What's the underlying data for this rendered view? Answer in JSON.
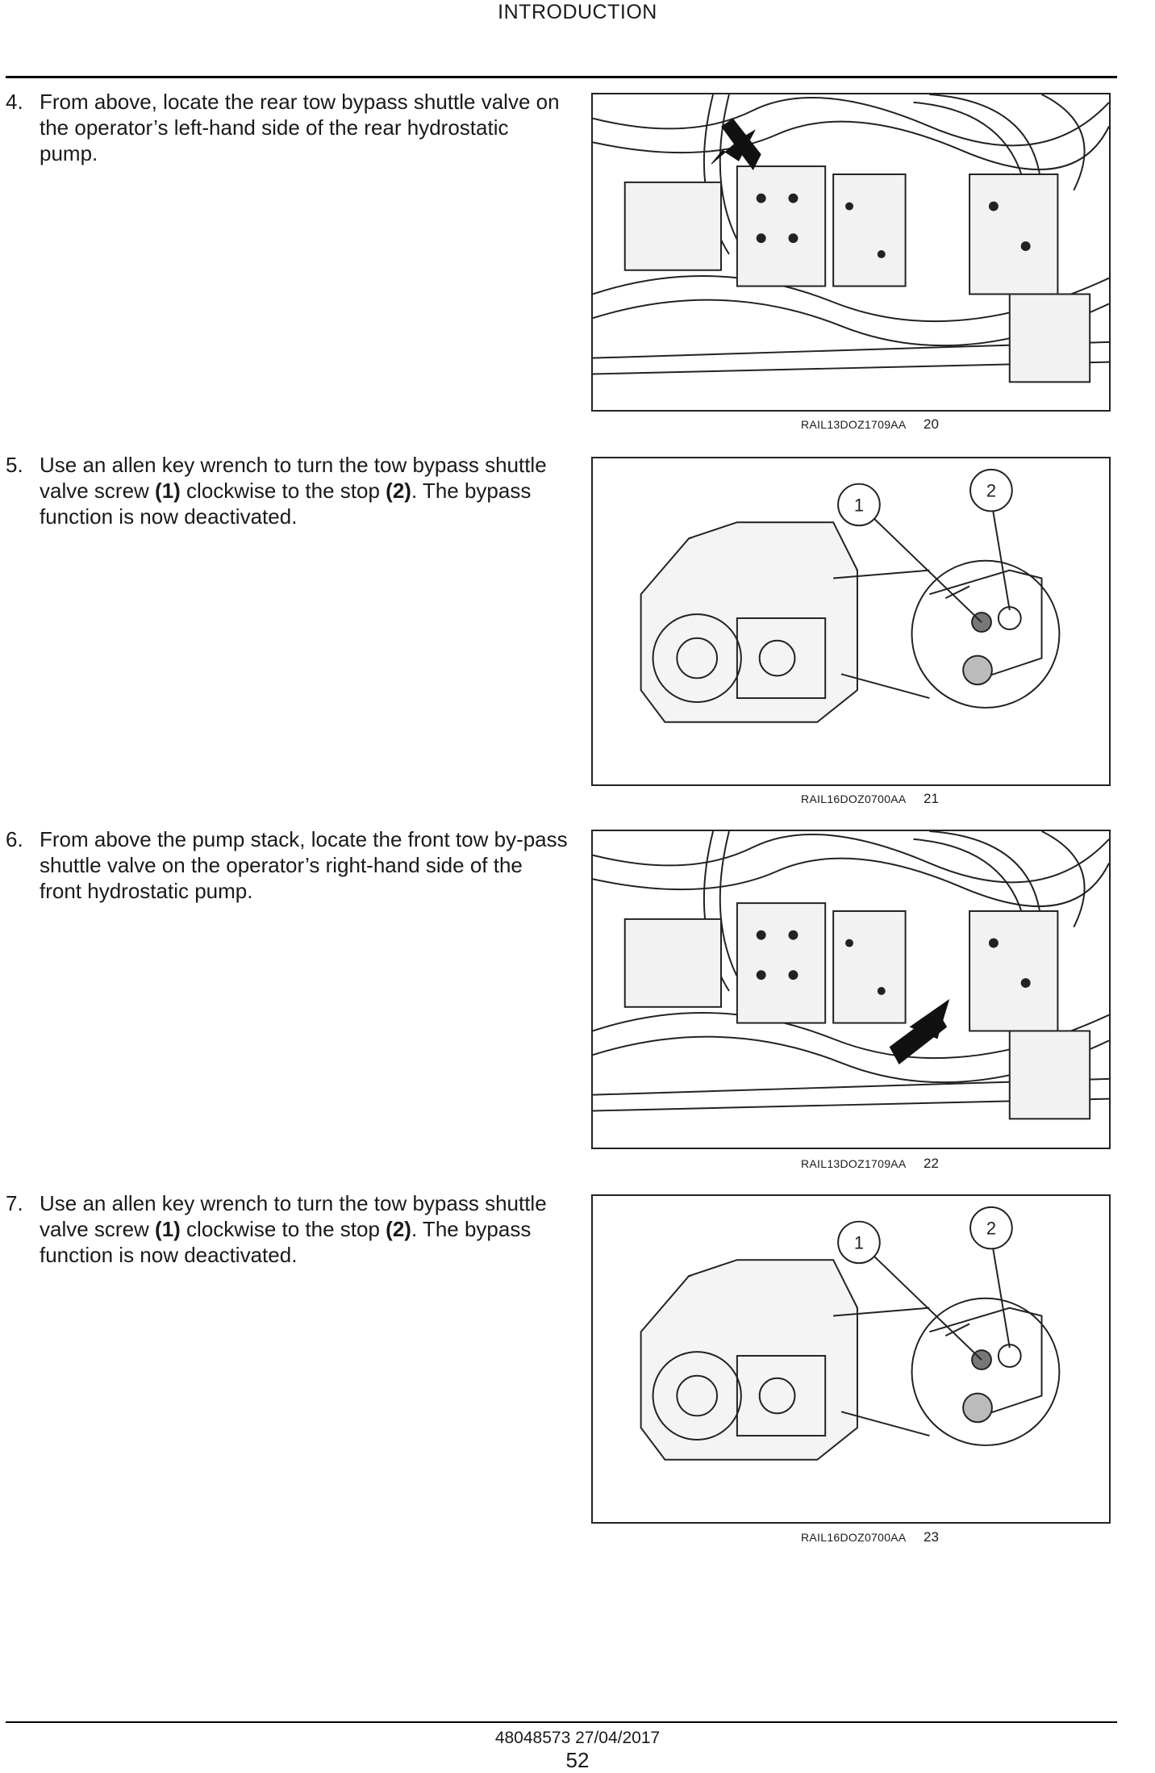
{
  "header": {
    "title": "INTRODUCTION"
  },
  "steps": [
    {
      "num": "4.",
      "text": "From above, locate the rear tow bypass shuttle valve on the operator’s left-hand side of the rear hydrostatic pump."
    },
    {
      "num": "5.",
      "pre": "Use an allen key wrench to turn the tow bypass shuttle valve screw ",
      "b1": "(1)",
      "mid": " clockwise to the stop ",
      "b2": "(2)",
      "post": ". The bypass function is now deactivated."
    },
    {
      "num": "6.",
      "text": "From above the pump stack, locate the front tow by-pass shuttle valve on the operator’s right-hand side of the front hydrostatic pump."
    },
    {
      "num": "7.",
      "pre": "Use an allen key wrench to turn the tow bypass shuttle valve screw ",
      "b1": "(1)",
      "mid": " clockwise to the stop ",
      "b2": "(2)",
      "post": ". The bypass function is now deactivated."
    }
  ],
  "figures": [
    {
      "ref": "RAIL13DOZ1709AA",
      "num": "20"
    },
    {
      "ref": "RAIL16DOZ0700AA",
      "num": "21",
      "callout1": "1",
      "callout2": "2"
    },
    {
      "ref": "RAIL13DOZ1709AA",
      "num": "22"
    },
    {
      "ref": "RAIL16DOZ0700AA",
      "num": "23",
      "callout1": "1",
      "callout2": "2"
    }
  ],
  "footer": {
    "doc": "48048573 27/04/2017",
    "page": "52"
  }
}
